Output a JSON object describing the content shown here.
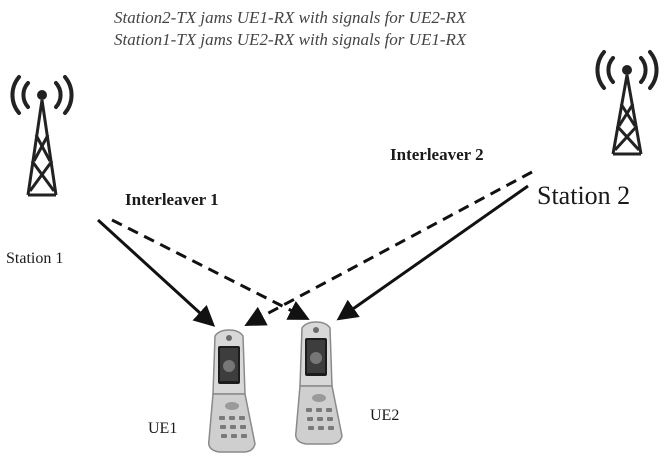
{
  "captions": [
    "Station2-TX jams  UE1-RX with signals for UE2-RX",
    "Station1-TX jams  UE2-RX with signals for UE1-RX"
  ],
  "labels": {
    "station1": "Station 1",
    "station2": "Station 2",
    "interleaver1": "Interleaver 1",
    "interleaver2": "Interleaver 2",
    "ue1": "UE1",
    "ue2": "UE2"
  },
  "icons": {
    "tower": "radio-tower-icon",
    "phone": "flip-phone-icon"
  },
  "colors": {
    "line": "#111111",
    "text": "#1a1a1a",
    "caption": "#444444",
    "tower": "#222222",
    "phone_body": "#d8d8d8"
  }
}
